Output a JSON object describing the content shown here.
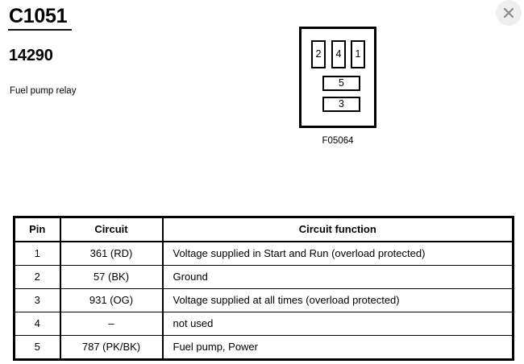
{
  "header": {
    "connector_code": "C1051",
    "part_number": "14290",
    "component_name": "Fuel pump relay"
  },
  "close_button": {
    "icon": "close-icon",
    "label": "Close"
  },
  "diagram": {
    "label": "F05064",
    "slots": [
      {
        "number": "2",
        "orientation": "vertical"
      },
      {
        "number": "4",
        "orientation": "vertical"
      },
      {
        "number": "1",
        "orientation": "vertical"
      },
      {
        "number": "5",
        "orientation": "horizontal"
      },
      {
        "number": "3",
        "orientation": "horizontal"
      }
    ]
  },
  "table": {
    "headers": {
      "pin": "Pin",
      "circuit": "Circuit",
      "function": "Circuit function"
    },
    "rows": [
      {
        "pin": "1",
        "circuit": "361 (RD)",
        "function": "Voltage supplied in Start and Run (overload protected)"
      },
      {
        "pin": "2",
        "circuit": "57 (BK)",
        "function": "Ground"
      },
      {
        "pin": "3",
        "circuit": "931 (OG)",
        "function": "Voltage supplied at all times (overload protected)"
      },
      {
        "pin": "4",
        "circuit": "–",
        "function": "not used"
      },
      {
        "pin": "5",
        "circuit": "787 (PK/BK)",
        "function": "Fuel pump, Power"
      }
    ]
  },
  "colors": {
    "ink": "#000000",
    "background": "#ffffff",
    "close_circle": "#eeeeee",
    "close_glyph": "#8a8a8a"
  }
}
